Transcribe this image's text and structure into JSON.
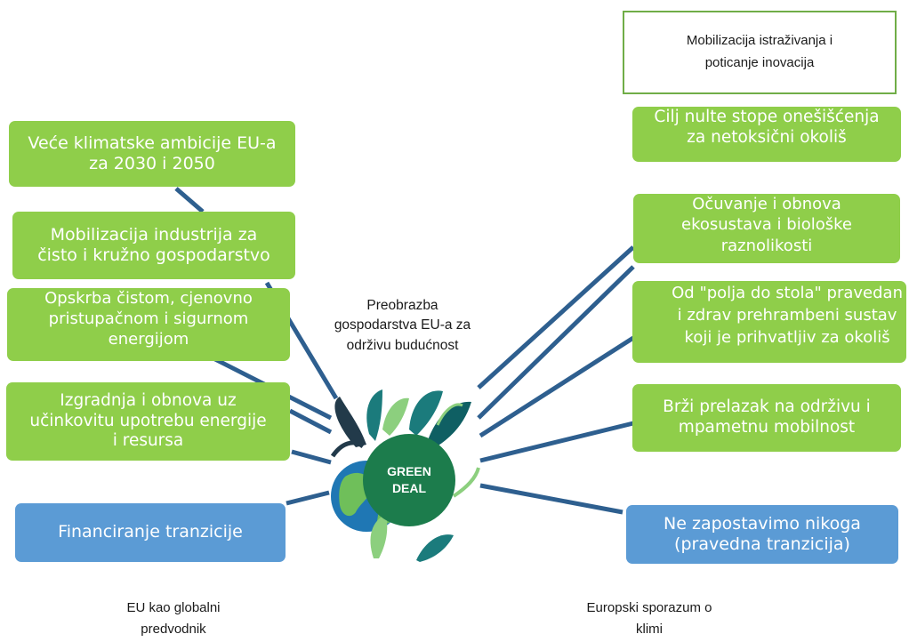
{
  "center": {
    "caption": "Preobrazba\ngospodarstva EU-a za\nodrživu budućnost",
    "logo_text": "GREEN\nDEAL"
  },
  "left_boxes": [
    {
      "id": "climate",
      "text": "Veće klimatske ambicije EU-a\nza 2030 i 2050"
    },
    {
      "id": "industry",
      "text": "Mobilizacija industrija za\nčisto i kružno gospodarstvo"
    },
    {
      "id": "energy",
      "text": "Opskrba čistom, cjenovno\npristupačnom i sigurnom\nenergijom"
    },
    {
      "id": "building",
      "text": "Izgradnja i obnova uz\nučinkovitu upotrebu energije\ni resursa"
    },
    {
      "id": "finance",
      "text": "Financiranje tranzicije"
    }
  ],
  "right_boxes": [
    {
      "id": "research",
      "text": "Mobilizacija istraživanja i\npoticanje inovacija"
    },
    {
      "id": "pollution",
      "text": "Cilj nulte stope onešišćenja\nza netoksični okoliš"
    },
    {
      "id": "ecosystems",
      "text": "Očuvanje i obnova\nekosustava i biološke\nraznolikosti"
    },
    {
      "id": "farm",
      "text": "Od \"polja do stola\" pravedan\ni zdrav prehrambeni sustav\nkoji je prihvatljiv za okoliš"
    },
    {
      "id": "mobility",
      "text": "Brži prelazak na održivu i\nmpametnu mobilnost"
    },
    {
      "id": "just",
      "text": "Ne zapostavimo nikoga\n(pravedna tranzicija)"
    }
  ],
  "bottom_labels": {
    "left": "EU kao globalni\npredvodnik",
    "right": "Europski sporazum o\nklimi"
  },
  "colors": {
    "green_box": "#8fce4a",
    "blue_box": "#5b9bd5",
    "outline_border": "#70ad47",
    "connector": "#2e5f8f",
    "logo_green": "#1c7c4c",
    "leaf_dark": "#223a4a",
    "leaf_teal": "#1b7b7c",
    "leaf_light": "#8ccf7e",
    "ocean": "#1f77b4"
  },
  "icons": [
    "green-deal-logo",
    "globe-icon",
    "leaf-icon"
  ]
}
